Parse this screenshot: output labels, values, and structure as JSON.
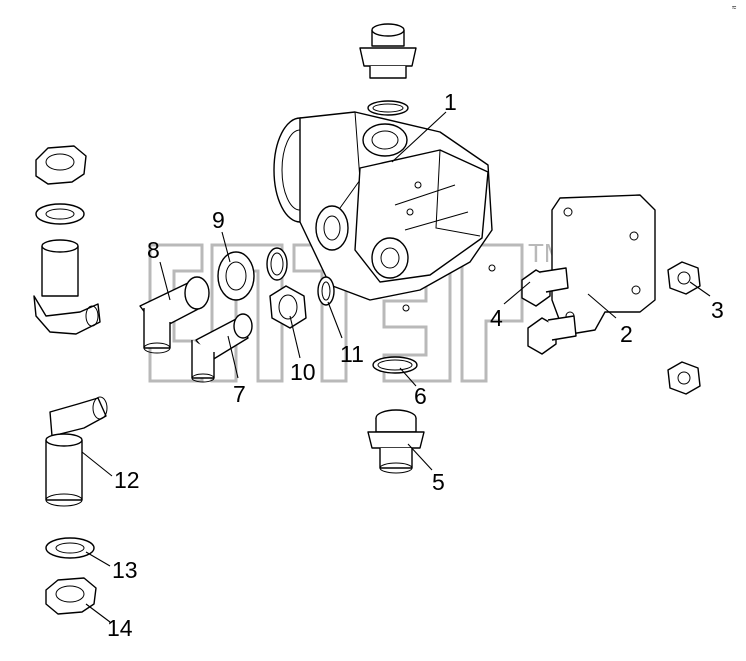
{
  "corner_mark": "≈",
  "watermark": {
    "trademark": "TM"
  },
  "callouts": [
    {
      "id": "1",
      "label": "1"
    },
    {
      "id": "2",
      "label": "2"
    },
    {
      "id": "3",
      "label": "3"
    },
    {
      "id": "4",
      "label": "4"
    },
    {
      "id": "5",
      "label": "5"
    },
    {
      "id": "6",
      "label": "6"
    },
    {
      "id": "7",
      "label": "7"
    },
    {
      "id": "8",
      "label": "8"
    },
    {
      "id": "9",
      "label": "9"
    },
    {
      "id": "10",
      "label": "10"
    },
    {
      "id": "11",
      "label": "11"
    },
    {
      "id": "12",
      "label": "12"
    },
    {
      "id": "13",
      "label": "13"
    },
    {
      "id": "14",
      "label": "14"
    }
  ],
  "colors": {
    "line": "#000000",
    "watermark": "#b9b9b9",
    "background": "#ffffff"
  }
}
